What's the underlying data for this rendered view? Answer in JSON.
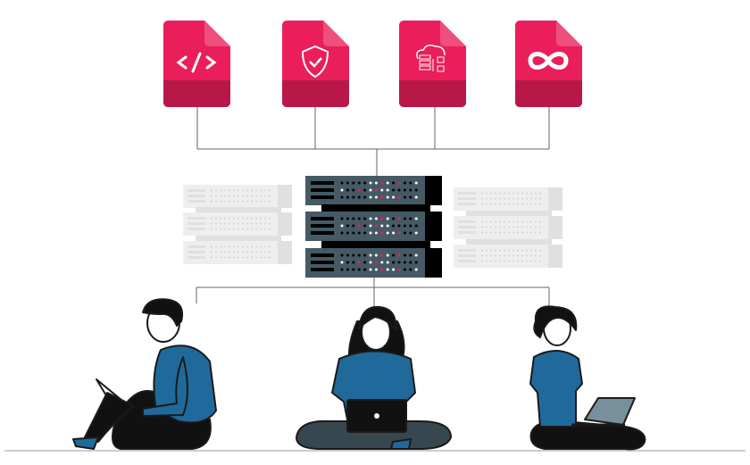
{
  "colors": {
    "accent": "#e91e5a",
    "accent_dark": "#b81848",
    "accent_fold": "#ee4f7c",
    "server_body": "#455a64",
    "server_dark": "#000000",
    "ghost": "#eeeeee",
    "ghost_dark": "#e0e0e0",
    "shirt_blue": "#1f6a9a",
    "skin": "#ffffff",
    "outline": "#1a1a1a",
    "pants": "#37474f",
    "line": "#555555"
  },
  "file_icons": [
    {
      "icon": "code-icon"
    },
    {
      "icon": "shield-check-icon"
    },
    {
      "icon": "cloud-server-icon"
    },
    {
      "icon": "infinity-icon"
    }
  ],
  "people": [
    {
      "role": "man-with-laptop"
    },
    {
      "role": "woman-with-laptop-center"
    },
    {
      "role": "woman-with-laptop-right"
    }
  ]
}
